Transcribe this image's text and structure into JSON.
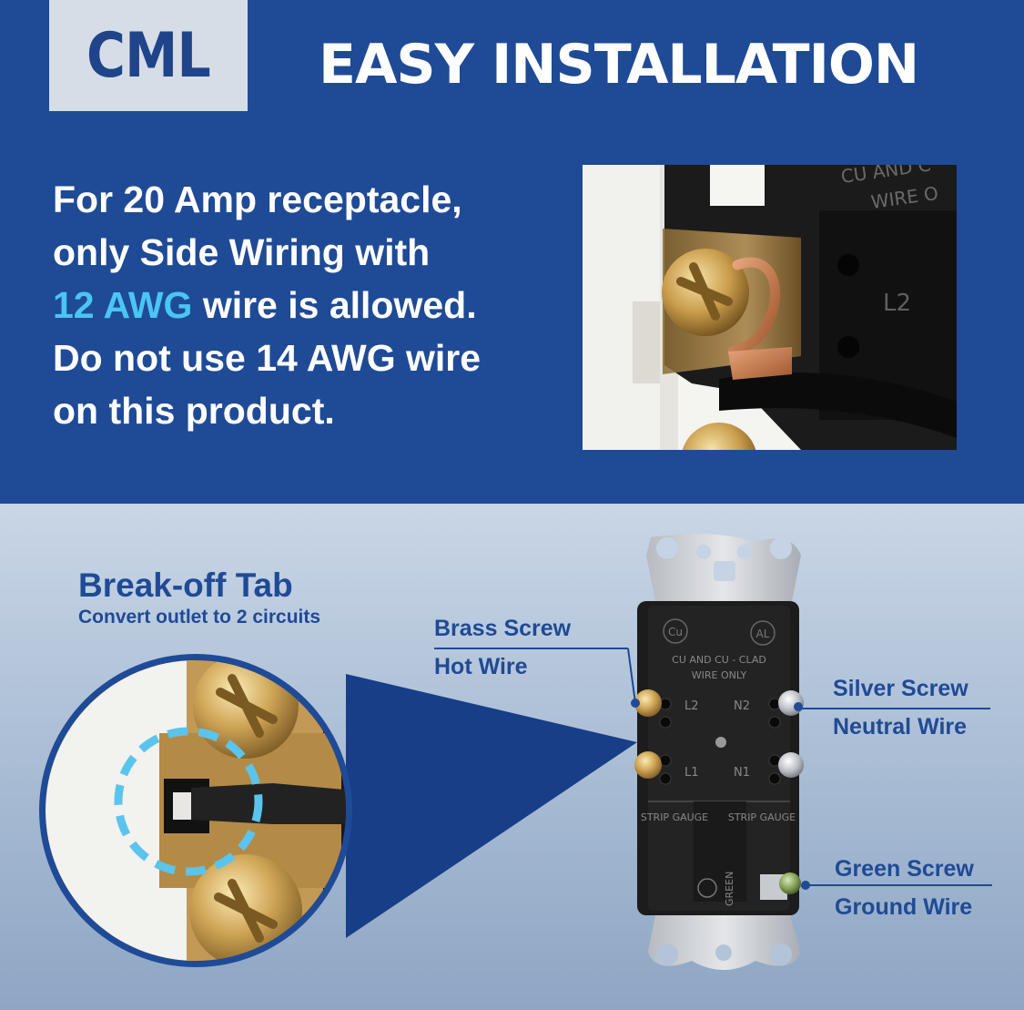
{
  "brand": {
    "logo": "CML"
  },
  "header": {
    "title": "EASY INSTALLATION"
  },
  "intro": {
    "line1": "For 20 Amp receptacle,",
    "line2": "only Side Wiring with",
    "line3_accent": "12 AWG",
    "line3_rest": " wire is allowed.",
    "line4": "Do not use 14 AWG wire",
    "line5": "on this product."
  },
  "photo_text": {
    "stamp_top": "CU AND C",
    "stamp_mid": "WIRE O",
    "terminal": "L2"
  },
  "breakoff": {
    "title": "Break-off Tab",
    "subtitle": "Convert outlet to 2 circuits"
  },
  "callouts": {
    "brass_screw": "Brass Screw",
    "hot_wire": "Hot Wire",
    "silver_screw": "Silver Screw",
    "neutral_wire": "Neutral Wire",
    "green_screw": "Green Screw",
    "ground_wire": "Ground Wire"
  },
  "outlet_markings": {
    "cu": "Cu",
    "al": "AL",
    "wire_rating_1": "CU AND CU - CLAD",
    "wire_rating_2": "WIRE ONLY",
    "l2": "L2",
    "n2": "N2",
    "l1": "L1",
    "n1": "N1",
    "strip_gauge": "STRIP GAUGE",
    "green": "GREEN"
  },
  "colors": {
    "brand_blue": "#1f4a96",
    "accent_cyan": "#4bc5f2",
    "logo_bg": "#d6dde6",
    "tab_highlight": "#5bc4ec"
  }
}
